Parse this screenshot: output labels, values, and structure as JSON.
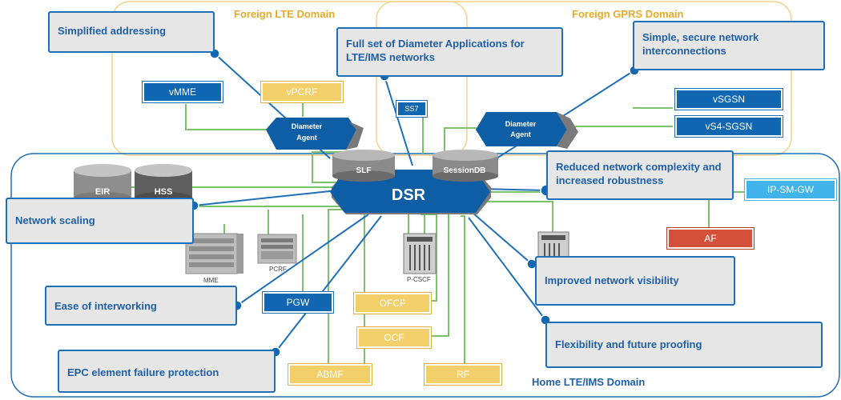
{
  "domains": {
    "foreign_lte": "Foreign LTE Domain",
    "foreign_gprs": "Foreign GPRS Domain",
    "home": "Home LTE/IMS Domain"
  },
  "callouts": {
    "simplified_addressing": "Simplified addressing",
    "diameter_apps": "Full set of Diameter Applications for LTE/IMS networks",
    "secure_interconnections": "Simple, secure network interconnections",
    "reduced_complexity": "Reduced network complexity and increased robustness",
    "network_scaling": "Network scaling",
    "network_visibility": "Improved network visibility",
    "ease_interworking": "Ease of interworking",
    "flexibility": "Flexibility and future proofing",
    "epc_failure": "EPC element failure protection"
  },
  "nodes": {
    "vmme": "vMME",
    "vpcrf": "vPCRF",
    "ss7": "SS7",
    "vsgsn": "vSGSN",
    "vs4sgsn": "vS4-SGSN",
    "ip_sm_gw": "IP-SM-GW",
    "af": "AF",
    "pgw": "PGW",
    "ofcf": "OFCF",
    "ocf": "OCF",
    "abmf": "ABMF",
    "rf": "RF"
  },
  "agents": {
    "left_line1": "Diameter",
    "left_line2": "Agent",
    "right_line1": "Diameter",
    "right_line2": "Agent"
  },
  "core": {
    "dsr": "DSR",
    "slf": "SLF",
    "sessiondb": "SessionDB"
  },
  "databases": {
    "eir": "EIR",
    "hss": "HSS"
  },
  "devices": {
    "mme": "MME",
    "pcrf": "PCRF",
    "pcscf": "P-CSCF"
  },
  "colors": {
    "accent_blue": "#1167b1",
    "link_green": "#7cc26a",
    "foreign_border": "#f0d48a",
    "gold_node": "#f3cf6a",
    "af_red": "#d4503a",
    "light_blue": "#3fb3ea"
  }
}
